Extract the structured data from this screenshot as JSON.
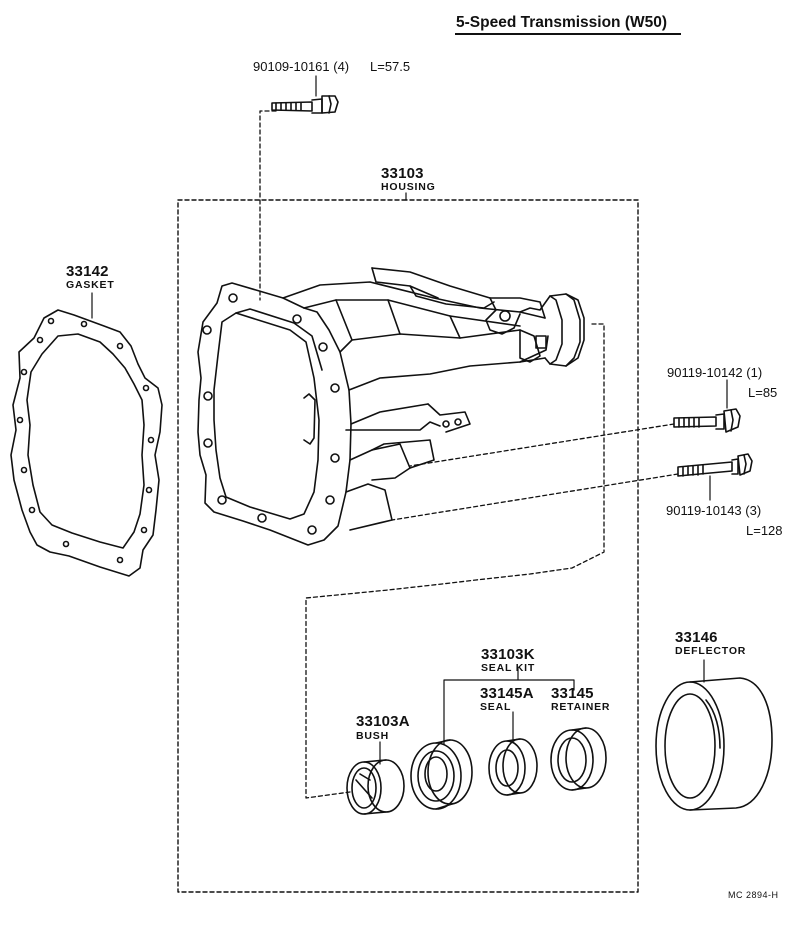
{
  "title": "5-Speed Transmission (W50)",
  "figure_code": "MC 2894-H",
  "parts": {
    "bolt_top": {
      "number": "90109-10161 (4)",
      "length": "L=57.5"
    },
    "housing": {
      "number": "33103",
      "name": "HOUSING"
    },
    "gasket": {
      "number": "33142",
      "name": "GASKET"
    },
    "bolt_mid": {
      "number": "90119-10142 (1)",
      "length": "L=85"
    },
    "bolt_low": {
      "number": "90119-10143 (3)",
      "length": "L=128"
    },
    "seal_kit": {
      "number": "33103K",
      "name": "SEAL KIT"
    },
    "seal": {
      "number": "33145A",
      "name": "SEAL"
    },
    "retainer": {
      "number": "33145",
      "name": "RETAINER"
    },
    "bush": {
      "number": "33103A",
      "name": "BUSH"
    },
    "deflector": {
      "number": "33146",
      "name": "DEFLECTOR"
    }
  }
}
